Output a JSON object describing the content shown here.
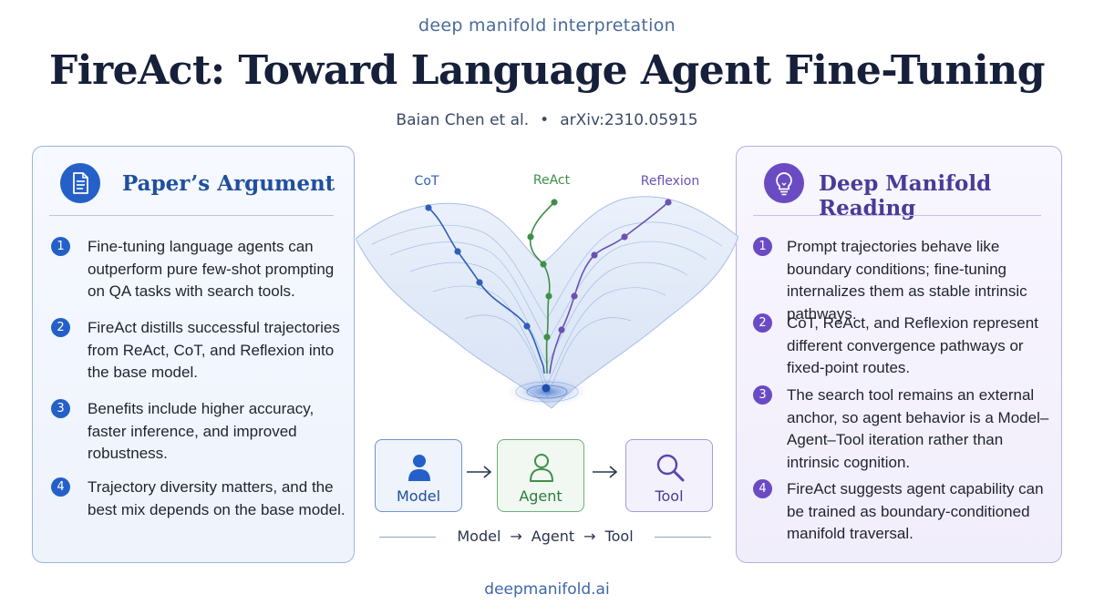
{
  "header": {
    "series": "deep manifold interpretation",
    "title": "FireAct: Toward Language Agent Fine-Tuning",
    "authors": "Baian Chen et al.",
    "separator": "•",
    "arxiv": "arXiv:2310.05915"
  },
  "left_panel": {
    "title": "Paper’s Argument",
    "icon": "document-icon",
    "items": [
      {
        "num": "1",
        "text": "Fine-tuning language agents can outperform pure few-shot prompting on QA tasks with search tools."
      },
      {
        "num": "2",
        "text": "FireAct distills successful trajectories from ReAct, CoT, and Reflexion into the base model."
      },
      {
        "num": "3",
        "text": "Benefits include higher accuracy, faster inference, and improved robustness."
      },
      {
        "num": "4",
        "text": "Trajectory diversity matters, and the best mix depends on the base model."
      }
    ]
  },
  "right_panel": {
    "title": "Deep Manifold Reading",
    "icon": "lightbulb-icon",
    "items": [
      {
        "num": "1",
        "text": "Prompt trajectories behave like boundary conditions; fine-tuning internalizes them as stable intrinsic pathways."
      },
      {
        "num": "2",
        "text": "CoT, ReAct, and Reflexion represent different convergence pathways or fixed-point routes."
      },
      {
        "num": "3",
        "text": "The search tool remains an external anchor, so agent behavior is a Model–Agent–Tool iteration rather than intrinsic cognition."
      },
      {
        "num": "4",
        "text": "FireAct suggests agent capability can be trained as boundary-conditioned manifold traversal."
      }
    ]
  },
  "diagram": {
    "paths": [
      {
        "label": "CoT",
        "color": "#2f5fb8"
      },
      {
        "label": "ReAct",
        "color": "#3f8f48"
      },
      {
        "label": "Reflexion",
        "color": "#6a52b4"
      }
    ]
  },
  "pipeline": {
    "boxes": [
      {
        "label": "Model",
        "icon": "person-icon"
      },
      {
        "label": "Agent",
        "icon": "agent-person-icon"
      },
      {
        "label": "Tool",
        "icon": "magnifier-icon"
      }
    ],
    "flow": [
      "Model",
      "Agent",
      "Tool"
    ],
    "arrow": "→"
  },
  "footer": {
    "site": "deepmanifold.ai"
  }
}
